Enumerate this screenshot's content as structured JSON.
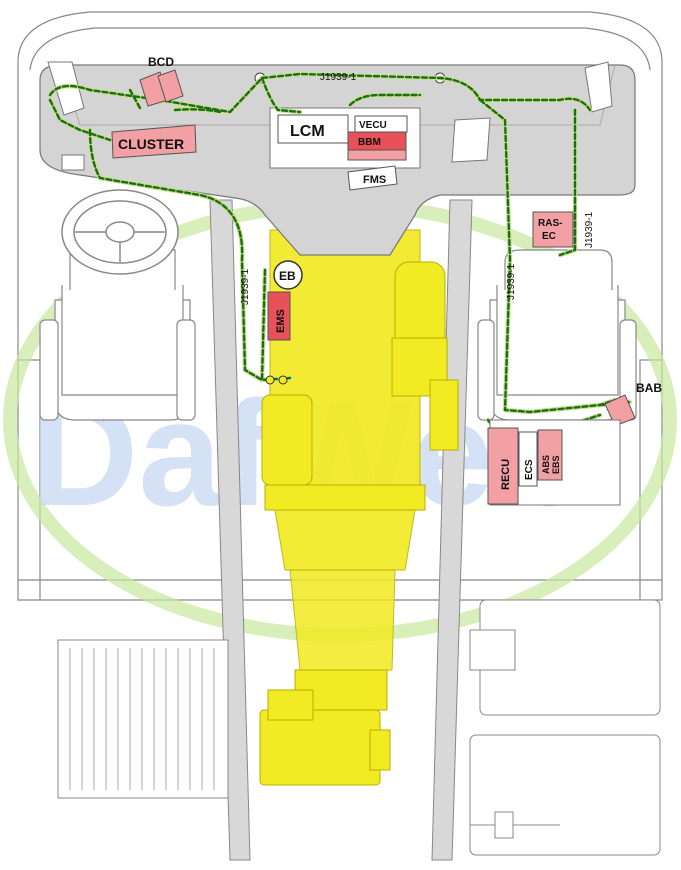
{
  "watermark": "DafWeb",
  "bus_label": "J1939-1",
  "modules": {
    "bcd": "BCD",
    "cluster": "CLUSTER",
    "lcm": "LCM",
    "vecu": "VECU",
    "bbm": "BBM",
    "fms": "FMS",
    "rasec_1": "RAS-",
    "rasec_2": "EC",
    "eb": "EB",
    "ems": "EMS",
    "bab": "BAB",
    "recu": "RECU",
    "ecs": "ECS",
    "abs": "ABS",
    "ebs": "EBS"
  },
  "colors": {
    "module_fill": "#f2a0a4",
    "module_dark": "#e8505a",
    "engine_yellow": "#f2ea22",
    "harness_green": "#1d6b1d",
    "harness_light": "#c9e08a",
    "watermark_blue": "#c7d8f2",
    "watermark_green": "#c8e8a0"
  }
}
